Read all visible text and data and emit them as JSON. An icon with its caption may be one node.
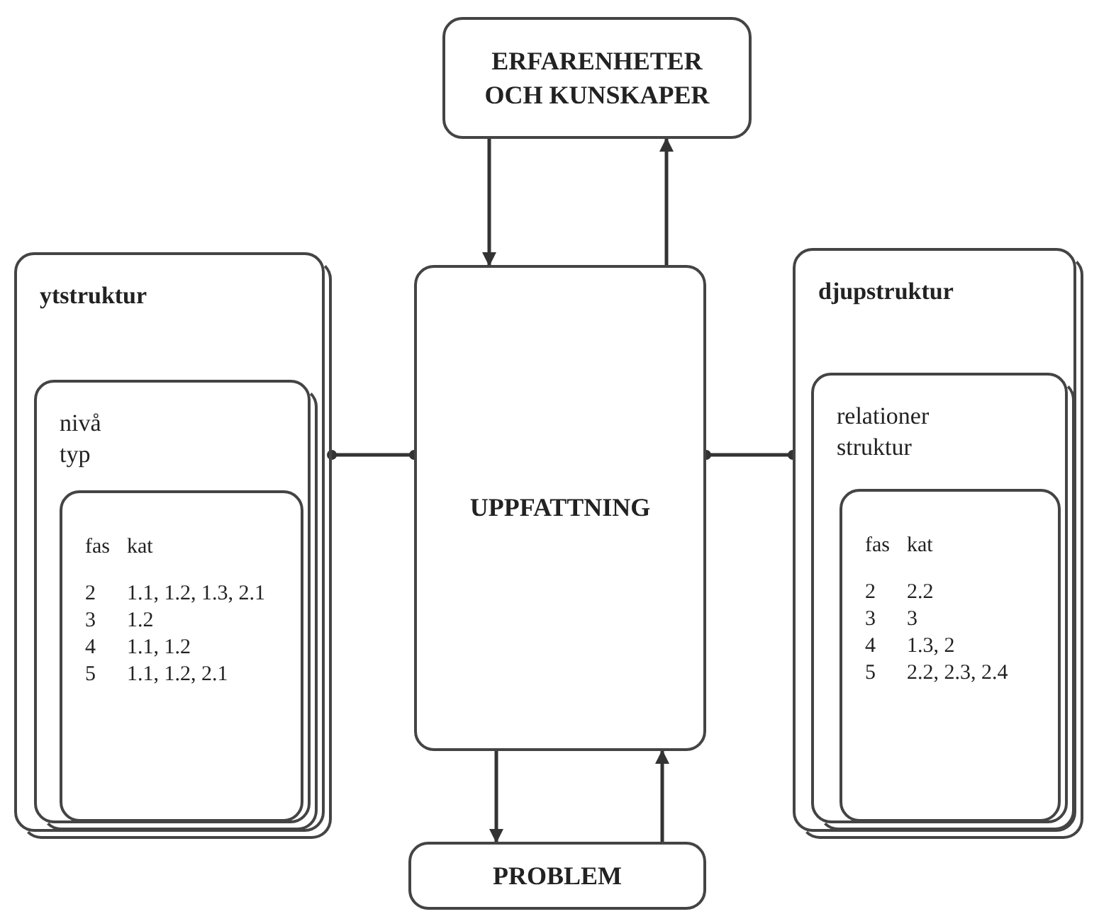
{
  "diagram": {
    "nodes": [
      {
        "text": [
          "ERFARENHETER OCH KUNSKAPER"
        ]
      },
      {
        "text": [
          "ytstruktur"
        ]
      },
      {
        "text": [
          "nivå",
          "typ"
        ],
        "in": 1
      },
      {
        "text": [
          "fas",
          "kat",
          "2",
          "1.1, 1.2, 1.3, 2.1",
          "3",
          "1.2",
          "4",
          "1.1, 1.2",
          "5",
          "1.1, 1.2, 2.1"
        ],
        "in": 2
      },
      {
        "text": [
          "UPPFATTNING"
        ]
      },
      {
        "text": [
          "djupstruktur"
        ]
      },
      {
        "text": [
          "relationer",
          "struktur"
        ],
        "in": 5
      },
      {
        "text": [
          "fas",
          "kat",
          "2",
          "2.2",
          "3",
          "3",
          "4",
          "1.3, 2",
          "5",
          "2.2, 2.3, 2.4"
        ],
        "in": 6
      },
      {
        "text": [
          "PROBLEM"
        ]
      }
    ],
    "edges": [
      {
        "from": 0,
        "to": 4,
        "arrow": "to"
      },
      {
        "from": 4,
        "to": 0,
        "arrow": "to"
      },
      {
        "from": 4,
        "to": 8,
        "arrow": "to"
      },
      {
        "from": 8,
        "to": 4,
        "arrow": "to"
      },
      {
        "from": 1,
        "to": 4,
        "arrow": "other"
      },
      {
        "from": 4,
        "to": 5,
        "arrow": "other"
      }
    ]
  }
}
